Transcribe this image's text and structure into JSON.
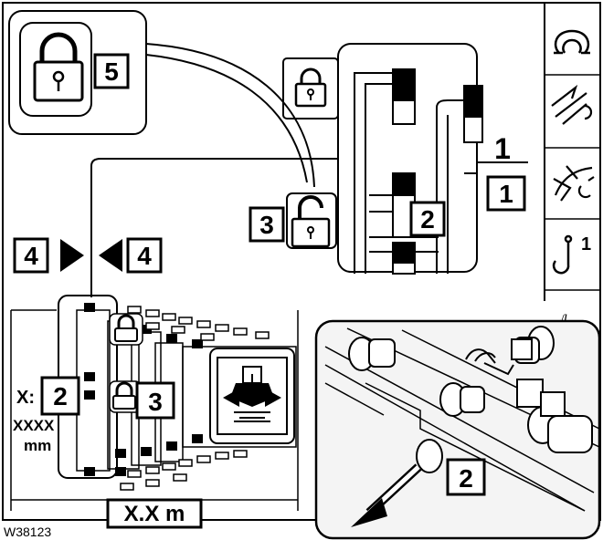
{
  "figure_id": "W38123",
  "callouts": {
    "c1_big": "1",
    "c1_box": "1",
    "c2_main": "2",
    "c2_left": "2",
    "c2_photo": "2",
    "c3_main": "3",
    "c3_left": "3",
    "c4_left": "4",
    "c4_right": "4",
    "c5": "5"
  },
  "dimension_labels": {
    "width": "X.X m",
    "height_prefix": "X:",
    "height_value": "XXXX",
    "height_unit": "mm"
  },
  "sidebar": {
    "hook_number": "1",
    "fragment": "л"
  },
  "icons": [
    "padlock-closed-icon",
    "padlock-open-icon",
    "rotation-icon",
    "telescope-arrows-icon",
    "boom-hook-arrows-icon",
    "hook-icon",
    "outrigger-extend-icon",
    "arrow-left-down-icon"
  ],
  "colors": {
    "stroke": "#000000",
    "background": "#ffffff",
    "photo_fill": "#f4f4f4"
  }
}
